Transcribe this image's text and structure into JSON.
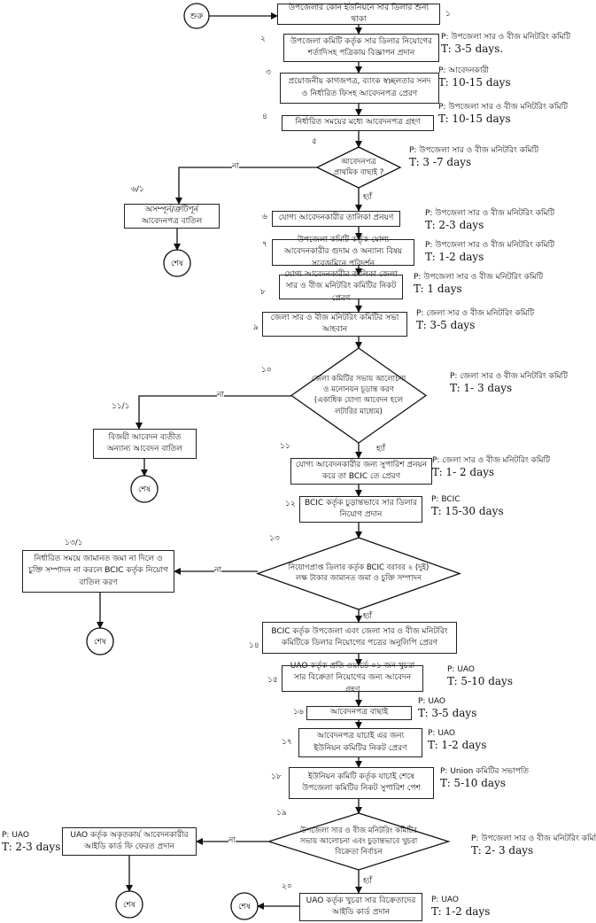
{
  "branch": {
    "no": "না",
    "yes": "হ্যাঁ"
  },
  "nodes": {
    "start": {
      "text": "শুরু"
    },
    "s1": {
      "num": "১",
      "text": "উপজেলার কোন ইউনিয়নে সার ডিলার শুন্য থাকা"
    },
    "s2": {
      "num": "২",
      "text": "উপজেলা কমিটি কর্তৃক সার ডিলার নিয়োগের শর্তাদিসহ পত্রিকায় বিজ্ঞাপন প্রদান",
      "p": "P: উপজেলা সার ও বীজ মনিটরিং কমিটি",
      "t": "T: 3-5 days."
    },
    "s3": {
      "num": "৩",
      "text": "প্রয়োজনীয় কাগজপত্র, ব্যাংক স্বচ্ছলতার সনদ ও নির্ধারিত ফিসহ আবেদনপত্র প্রেরণ",
      "p": "P: আবেদনকারী",
      "t": "T: 10-15 days"
    },
    "s4": {
      "num": "৪",
      "text": "নির্ধারিত সময়ের মধ্যে আবেদনপত্র গ্রহণ",
      "p": "P: উপজেলা সার ও বীজ মনিটরিং  কমিটি",
      "t": "T: 10-15 days"
    },
    "s5": {
      "num": "৫",
      "text": "আবেদনপত্র প্রাথমিক বাছাই ?",
      "p": "P: উপজেলা সার ও বীজ মনিটরিং  কমিটি",
      "t": "T: 3 -7 days"
    },
    "s6_1": {
      "num": "৬/১",
      "text": "অসম্পূর্ন/ত্রুটিপূর্ন আবেদনপত্র বাতিল"
    },
    "end1": {
      "text": "শেষ"
    },
    "s6": {
      "num": "৬",
      "text": "যোগ্য আবেদনকারীর তালিকা প্রনয়ণ",
      "p": "P: উপজেলা সার ও বীজ মনিটরিং  কমিটি",
      "t": "T: 2-3 days"
    },
    "s7": {
      "num": "৭",
      "text": "উপজেলা কমিটি কর্তৃক যোগ্য আবেদনকারীর গুদাম ও অন্যান্য বিষয় সরেজমিনে পরিদর্শন",
      "p": "P: উপজেলা সার ও বীজ মনিটরিং  কমিটি",
      "t": "T: 1-2 days"
    },
    "s8": {
      "num": "৮",
      "text": "যোগ্য আবেদনকারীর তালিকা জেলা সার ও বীজ মনিটরিং কমিটির নিকট প্রেরণ",
      "p": "P: উপজেলা সার ও বীজ মনিটরিং  কমিটি",
      "t": "T: 1 days"
    },
    "s9": {
      "num": "৯",
      "text": "জেলা সার ও বীজ মনিটরিং কমিটির সভা আহবান",
      "p": "P: জেলা সার ও বীজ মনিটরিং  কমিটি",
      "t": "T: 3-5 days"
    },
    "s10": {
      "num": "১০",
      "text": "জেলা  কমিটির সভায় আলোচনা ও মনোনয়ন চূড়ান্ত করণ (একাধিক যোগ্য আবেদন হলে লটারির মাধ্যেম)",
      "p": "P: জেলা সার ও বীজ মনিটরিং  কমিটি",
      "t": "T: 1- 3 days"
    },
    "s11_1": {
      "num": "১১/১",
      "text": "বিজয়ী আবেদন ব্যতীত অন্যান্য আবেদন বাতিল"
    },
    "end2": {
      "text": "শেষ"
    },
    "s11": {
      "num": "১১",
      "text": "যোগ্য আবেদনকারীর জন্য সুপারিশ প্রনয়ন করে তা BCIC তে প্রেরণ",
      "p": "P: জেলা সার ও বীজ মনিটরিং  কমিটি",
      "t": "T: 1- 2 days"
    },
    "s12": {
      "num": "১২",
      "text": "BCIC কর্তৃক চুড়ান্তভাবে সার ডিলার নিয়োগ প্রদান",
      "p": "P: BCIC",
      "t": "T: 15-30 days"
    },
    "s13": {
      "num": "১৩",
      "text": "নিয়োগপ্রাপ্ত ডিলার কর্তৃক BCIC বরাবর ২ (দুই) লক্ষ টাকার জামানত জমা ও চুক্তি সম্পাদন"
    },
    "s13_1": {
      "num": "১৩/১",
      "text": "নির্ধারিত সময়ে জামানত জমা না দিলে ও চুক্তি সম্পাদন না করলে BCIC কর্তৃক নিয়োগ বাতিল করণ"
    },
    "end3": {
      "text": "শেষ"
    },
    "s14": {
      "num": "১৪",
      "text": "BCIC কর্তৃক উপজেলা এবং জেলা সার ও বীজ মনিটরিং কমিটিকে ডিলার নিয়োগের পত্রের অনুলিপি প্রেরণ"
    },
    "s15": {
      "num": "১৫",
      "text": "UAO কর্তৃক প্রতি ওয়ার্ডে ০১ জন খুচরা সার বিক্রেতা নিয়োগের জন্য আবেদন গ্রহণ",
      "p": "P: UAO",
      "t": "T: 5-10 days"
    },
    "s16": {
      "num": "১৬",
      "text": "আবেদনপত্র বাছাই",
      "p": "P: UAO",
      "t": "T: 3-5 days"
    },
    "s17": {
      "num": "১৭",
      "text": "আবেদনপত্র যাচাই এর জন্য ইউনিয়ন কমিটির নিকট প্রেরণ",
      "p": "P: UAO",
      "t": "T: 1-2 days"
    },
    "s18": {
      "num": "১৮",
      "text": "ইউনিয়ন কমিটি কর্তৃক যাচাই শেষে উপজেলা কমিটির নিকট সুপারিশ পেশ",
      "p": "P: Union কমিটির সভাপতি",
      "t": "T: 5-10 days"
    },
    "s19": {
      "num": "১৯",
      "text": "উপজেলা সার ও বীজ মনিটরিং কমিটির সভায় আলোচনা এবং চুড়ান্তভাবে খুচরা বিক্রেতা নির্বাচন",
      "p": "P: উপজেলা সার ও বীজ মনিটরিং  কমিটি",
      "t": "T: 2- 3 days"
    },
    "s19_1": {
      "text": "UAO কর্তৃক অকৃতকার্য আবেদনকারীর আইডি কার্ড ফি ফেরত প্রদান",
      "p": "P: UAO",
      "t": "T: 2-3 days"
    },
    "end4": {
      "text": "শেষ"
    },
    "s20": {
      "num": "২০",
      "text": "UAO কর্তৃক খুচরা সার বিক্রেতাদের আইডি কার্ড প্রদান",
      "p": "P: UAO",
      "t": "T: 1-2 days"
    },
    "end5": {
      "text": "শেষ"
    }
  }
}
